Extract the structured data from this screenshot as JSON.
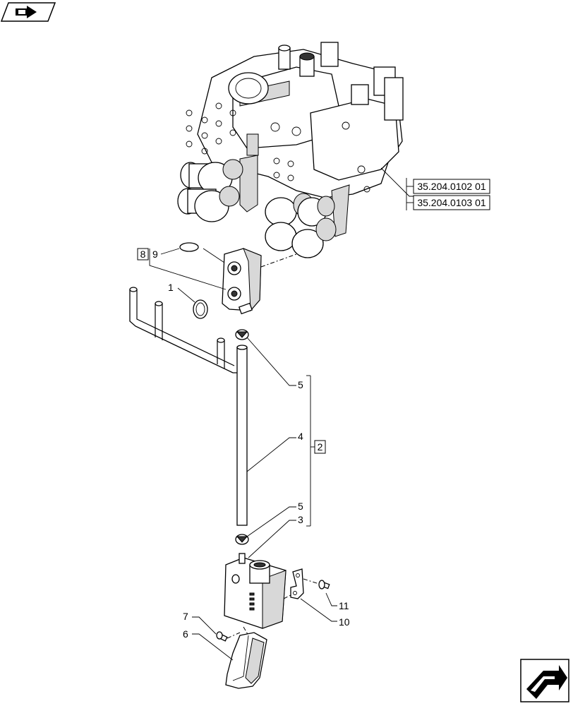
{
  "callouts": {
    "c1": "1",
    "c2": "2",
    "c3": "3",
    "c4": "4",
    "c5a": "5",
    "c5b": "5",
    "c6": "6",
    "c7": "7",
    "c8": "8",
    "c9": "9",
    "c10": "10",
    "c11": "11"
  },
  "references": {
    "ref_a": "35.204.0102 01",
    "ref_b": "35.204.0103 01"
  },
  "icons": {
    "top_left": "previous-page-icon",
    "bottom_right": "next-page-icon"
  }
}
